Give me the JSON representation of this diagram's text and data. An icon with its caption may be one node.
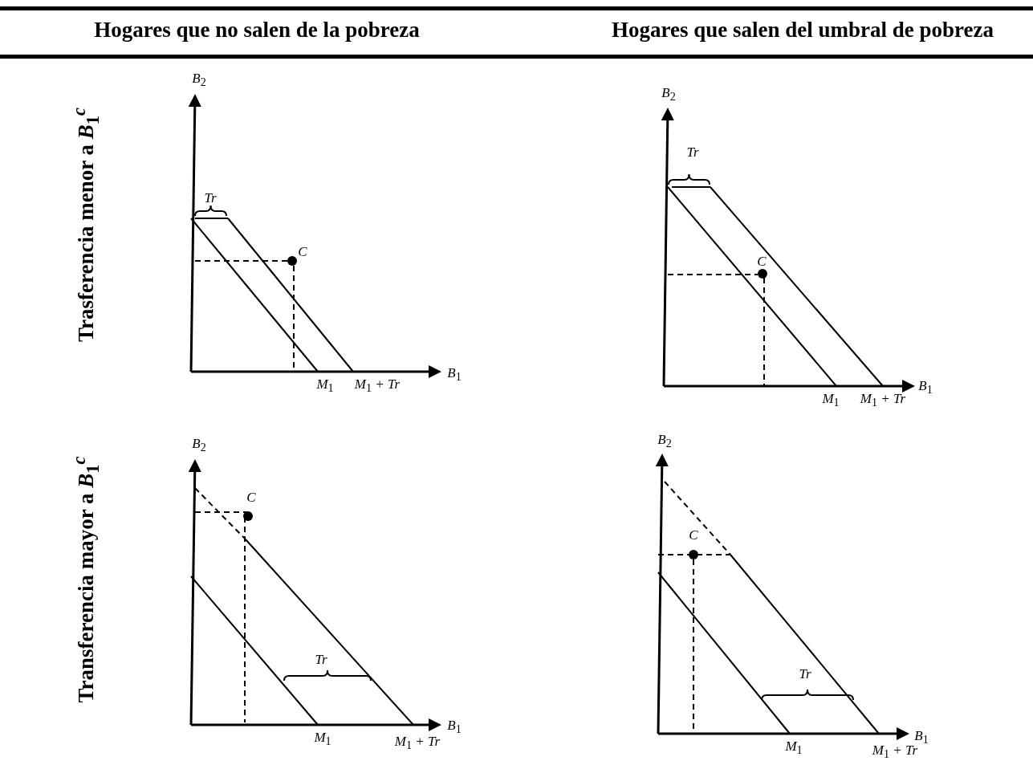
{
  "diagram": {
    "labels": [
      "Hogares que no salen de la pobreza",
      "Hogares que salen del umbral de pobreza",
      "Trasferencia menor a *B*$_{1}$$^{c}$",
      "B$_{2}$",
      "Tr",
      "C",
      "B$_{1}$",
      "M$_{1}$",
      "M$_{1}$ + Tr",
      "B$_{2}$",
      "Tr",
      "C",
      "B$_{1}$",
      "M$_{1}$",
      "M$_{1}$ + Tr",
      "Transferencia mayor a *B*$_{1}$$^{c}$",
      "B$_{2}$",
      "C",
      "Tr",
      "B$_{1}$",
      "M$_{1}$",
      "M$_{1}$ + Tr",
      "B$_{2}$",
      "C",
      "Tr",
      "B$_{1}$",
      "M$_{1}$",
      "M$_{1}$ + Tr"
    ]
  }
}
